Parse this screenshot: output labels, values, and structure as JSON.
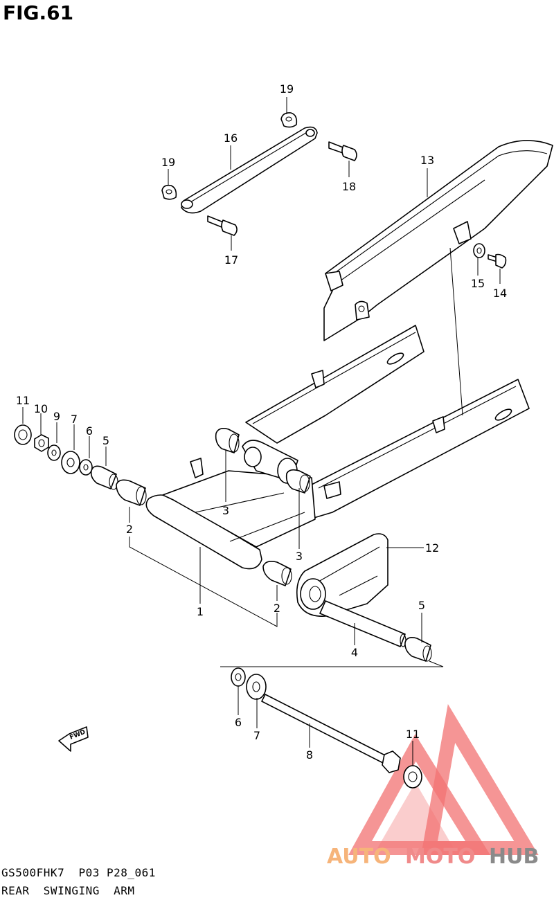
{
  "figure": {
    "title": "FIG.61",
    "model_code": "GS500FHK7  P03 P28_061",
    "description": "REAR  SWINGING  ARM",
    "direction_marker": "FWD"
  },
  "watermark": {
    "brand_parts": [
      "AUTO",
      "MOTO",
      "HUB"
    ],
    "colors": {
      "auto": "#f6b47a",
      "moto": "#f08a8a",
      "hub": "#8a8a8a",
      "triangle": "#f05a5a"
    }
  },
  "callouts": [
    {
      "id": "c19a",
      "label": "19"
    },
    {
      "id": "c16",
      "label": "16"
    },
    {
      "id": "c19b",
      "label": "19"
    },
    {
      "id": "c18",
      "label": "18"
    },
    {
      "id": "c17",
      "label": "17"
    },
    {
      "id": "c13",
      "label": "13"
    },
    {
      "id": "c15",
      "label": "15"
    },
    {
      "id": "c14",
      "label": "14"
    },
    {
      "id": "c11a",
      "label": "11"
    },
    {
      "id": "c10",
      "label": "10"
    },
    {
      "id": "c9",
      "label": "9"
    },
    {
      "id": "c7a",
      "label": "7"
    },
    {
      "id": "c6a",
      "label": "6"
    },
    {
      "id": "c5a",
      "label": "5"
    },
    {
      "id": "c3a",
      "label": "3"
    },
    {
      "id": "c3b",
      "label": "3"
    },
    {
      "id": "c2a",
      "label": "2"
    },
    {
      "id": "c12",
      "label": "12"
    },
    {
      "id": "c1",
      "label": "1"
    },
    {
      "id": "c2b",
      "label": "2"
    },
    {
      "id": "c5b",
      "label": "5"
    },
    {
      "id": "c4",
      "label": "4"
    },
    {
      "id": "c6b",
      "label": "6"
    },
    {
      "id": "c7b",
      "label": "7"
    },
    {
      "id": "c8",
      "label": "8"
    },
    {
      "id": "c11b",
      "label": "11"
    }
  ]
}
